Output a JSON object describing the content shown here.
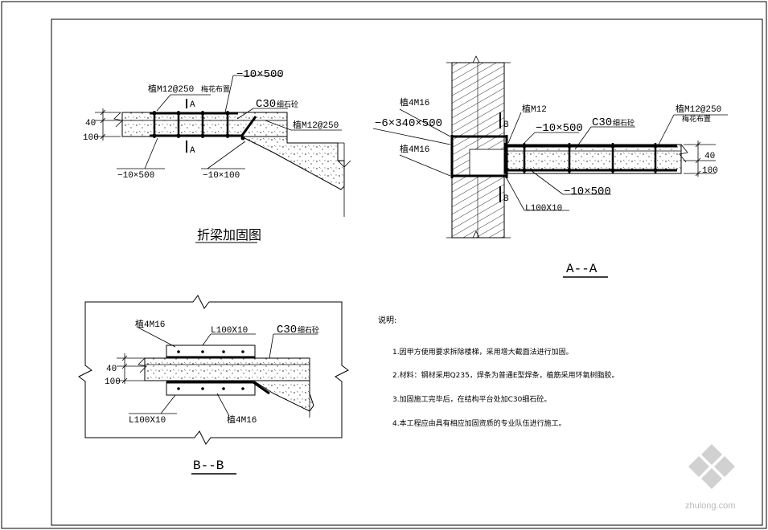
{
  "detail1": {
    "title": "折梁加固图",
    "anchor_top": "植M12@250",
    "anchor_top_sub": "梅花布置",
    "plate_top": "−10×500",
    "concrete": "C30",
    "concrete_sub": "细石砼",
    "anchor_right": "植M12@250",
    "dim_40": "40",
    "dim_100": "100",
    "plate_bottom": "−10×500",
    "plate_small": "−10×100",
    "section_mark_top": "A",
    "section_mark_bottom": "A"
  },
  "detail2": {
    "title": "A--A",
    "anchor_left_top": "植4M16",
    "plate_left": "−6×340×500",
    "anchor_left_bottom": "植4M16",
    "anchor_mid": "植M12",
    "plate_top": "−10×500",
    "concrete": "C30",
    "concrete_sub": "细石砼",
    "anchor_right": "植M12@250",
    "anchor_right_sub": "梅花布置",
    "dim_40": "40",
    "dim_100": "100",
    "plate_bottom": "−10×500",
    "angle": "L100X10",
    "section_mark_top": "B",
    "section_mark_bottom": "B"
  },
  "detail3": {
    "title": "B--B",
    "anchor_top": "植4M16",
    "angle_top": "L100X10",
    "concrete": "C30",
    "concrete_sub": "细石砼",
    "dim_40": "40",
    "dim_100": "100",
    "angle_bottom": "L100X10",
    "anchor_bottom": "植4M16"
  },
  "notes": {
    "heading": "说明:",
    "items": [
      "1.因甲方使用要求拆除楼梯，采用增大截面法进行加固。",
      "2.材料：钢材采用Q235，焊条为普通E型焊条，植筋采用环氧树脂胶。",
      "3.加固施工完毕后，在结构平台处加C30细石砼。",
      "4.本工程应由具有相应加固资质的专业队伍进行施工。"
    ]
  },
  "watermark": "zhulong.com"
}
